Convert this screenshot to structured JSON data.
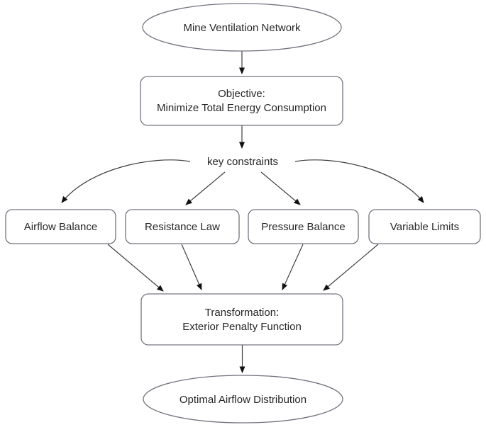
{
  "diagram": {
    "type": "flowchart",
    "nodes": {
      "start": {
        "shape": "ellipse",
        "label": "Mine Ventilation Network"
      },
      "objective": {
        "shape": "rounded-rect",
        "line1": "Objective:",
        "line2": "Minimize Total Energy Consumption"
      },
      "key_constraints": {
        "shape": "text-only",
        "label": "key constraints"
      },
      "constraints": [
        {
          "shape": "rounded-rect",
          "label": "Airflow Balance"
        },
        {
          "shape": "rounded-rect",
          "label": "Resistance Law"
        },
        {
          "shape": "rounded-rect",
          "label": "Pressure Balance"
        },
        {
          "shape": "rounded-rect",
          "label": "Variable Limits"
        }
      ],
      "transformation": {
        "shape": "rounded-rect",
        "line1": "Transformation:",
        "line2": "Exterior Penalty Function"
      },
      "end": {
        "shape": "ellipse",
        "label": "Optimal Airflow Distribution"
      }
    },
    "edges": [
      {
        "from": "start",
        "to": "objective"
      },
      {
        "from": "objective",
        "to": "key_constraints"
      },
      {
        "from": "key_constraints",
        "to": "Airflow Balance"
      },
      {
        "from": "key_constraints",
        "to": "Resistance Law"
      },
      {
        "from": "key_constraints",
        "to": "Pressure Balance"
      },
      {
        "from": "key_constraints",
        "to": "Variable Limits"
      },
      {
        "from": "Airflow Balance",
        "to": "transformation"
      },
      {
        "from": "Resistance Law",
        "to": "transformation"
      },
      {
        "from": "Pressure Balance",
        "to": "transformation"
      },
      {
        "from": "Variable Limits",
        "to": "transformation"
      },
      {
        "from": "transformation",
        "to": "end"
      }
    ],
    "colors": {
      "background": "#ffffff",
      "shape_border": "#73737f",
      "edge_line": "#3f3f3f",
      "arrowhead": "#111111",
      "text": "#262626"
    }
  }
}
